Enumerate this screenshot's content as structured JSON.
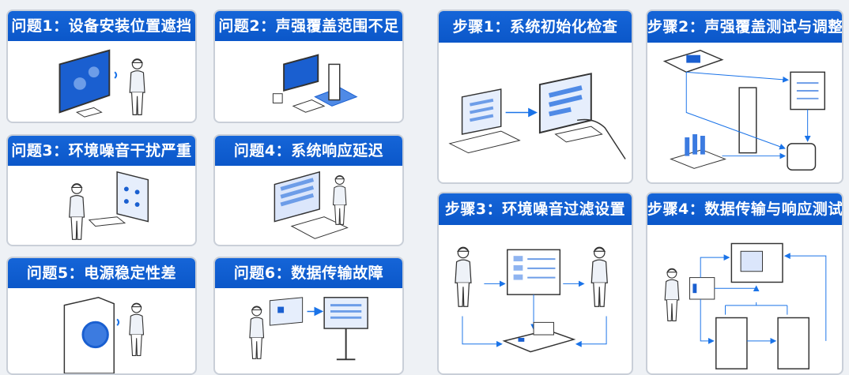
{
  "problems": [
    {
      "title": "问题1：设备安装位置遮挡",
      "icon": "person-touching-screen"
    },
    {
      "title": "问题2：声强覆盖范围不足",
      "icon": "computer-and-tower"
    },
    {
      "title": "问题3：环境噪音干扰严重",
      "icon": "person-at-panel"
    },
    {
      "title": "问题4：系统响应延迟",
      "icon": "person-at-screen-keyboard"
    },
    {
      "title": "问题5：电源稳定性差",
      "icon": "power-unit-person"
    },
    {
      "title": "问题6：数据传输故障",
      "icon": "person-display-transfer"
    }
  ],
  "steps": [
    {
      "title": "步骤1：系统初始化检查",
      "icon": "laptop-to-monitor"
    },
    {
      "title": "步骤2：声强覆盖测试与调整",
      "icon": "network-flow"
    },
    {
      "title": "步骤3：环境噪音过滤设置",
      "icon": "people-filter-flow"
    },
    {
      "title": "步骤4：数据传输与响应测试",
      "icon": "server-flow"
    }
  ],
  "colors": {
    "accent": "#0b57c9",
    "light_blue": "#8fb4f0",
    "line": "#2a2a2a",
    "arrow": "#1a73e8"
  }
}
